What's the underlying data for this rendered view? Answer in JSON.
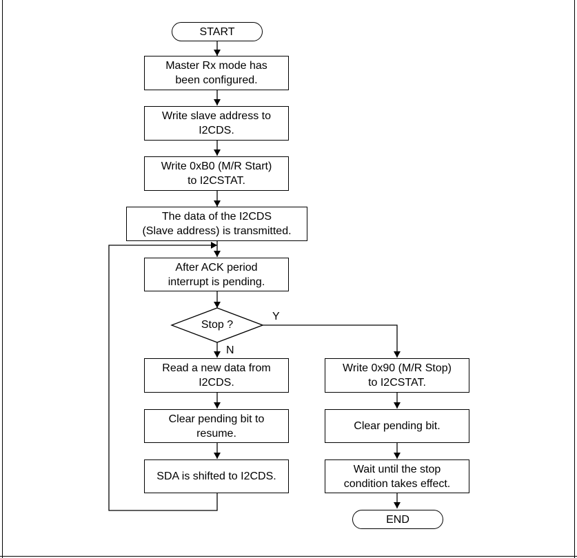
{
  "flowchart": {
    "start": "START",
    "end": "END",
    "steps_left": [
      "Master Rx mode has\nbeen configured.",
      "Write slave address to\nI2CDS.",
      "Write 0xB0 (M/R Start)\nto I2CSTAT.",
      "The data of the I2CDS\n(Slave address) is transmitted.",
      "After ACK period\ninterrupt is pending."
    ],
    "decision": "Stop ?",
    "decision_yes": "Y",
    "decision_no": "N",
    "loop_steps": [
      "Read a new data from\nI2CDS.",
      "Clear pending bit to\nresume.",
      "SDA is shifted to I2CDS."
    ],
    "stop_steps": [
      "Write 0x90 (M/R Stop)\nto I2CSTAT.",
      "Clear pending bit.",
      "Wait until the stop\ncondition takes effect."
    ]
  }
}
